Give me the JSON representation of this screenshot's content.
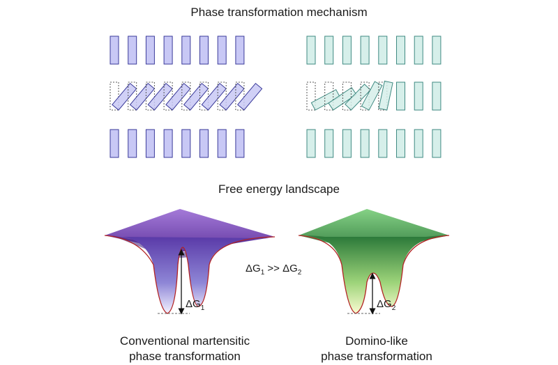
{
  "top_title": "Phase transformation mechanism",
  "middle_title": "Free energy landscape",
  "left_caption": {
    "line1": "Conventional martensitic",
    "line2": "phase transformation"
  },
  "right_caption": {
    "line1": "Domino-like",
    "line2": "phase transformation"
  },
  "relation": {
    "delta": "ΔG",
    "sub1": "1",
    "op": " >> ",
    "sub2": "2"
  },
  "left_delta": {
    "delta": "ΔG",
    "sub": "1"
  },
  "right_delta": {
    "delta": "ΔG",
    "sub": "2"
  },
  "colors": {
    "left_fill": "#c8c8f5",
    "left_stroke": "#3a3a9a",
    "right_fill": "#d6efea",
    "right_stroke": "#3f8a82",
    "left_surface": "#6a3fa8",
    "right_surface": "#2f8a3f",
    "rim": "#b22222"
  }
}
